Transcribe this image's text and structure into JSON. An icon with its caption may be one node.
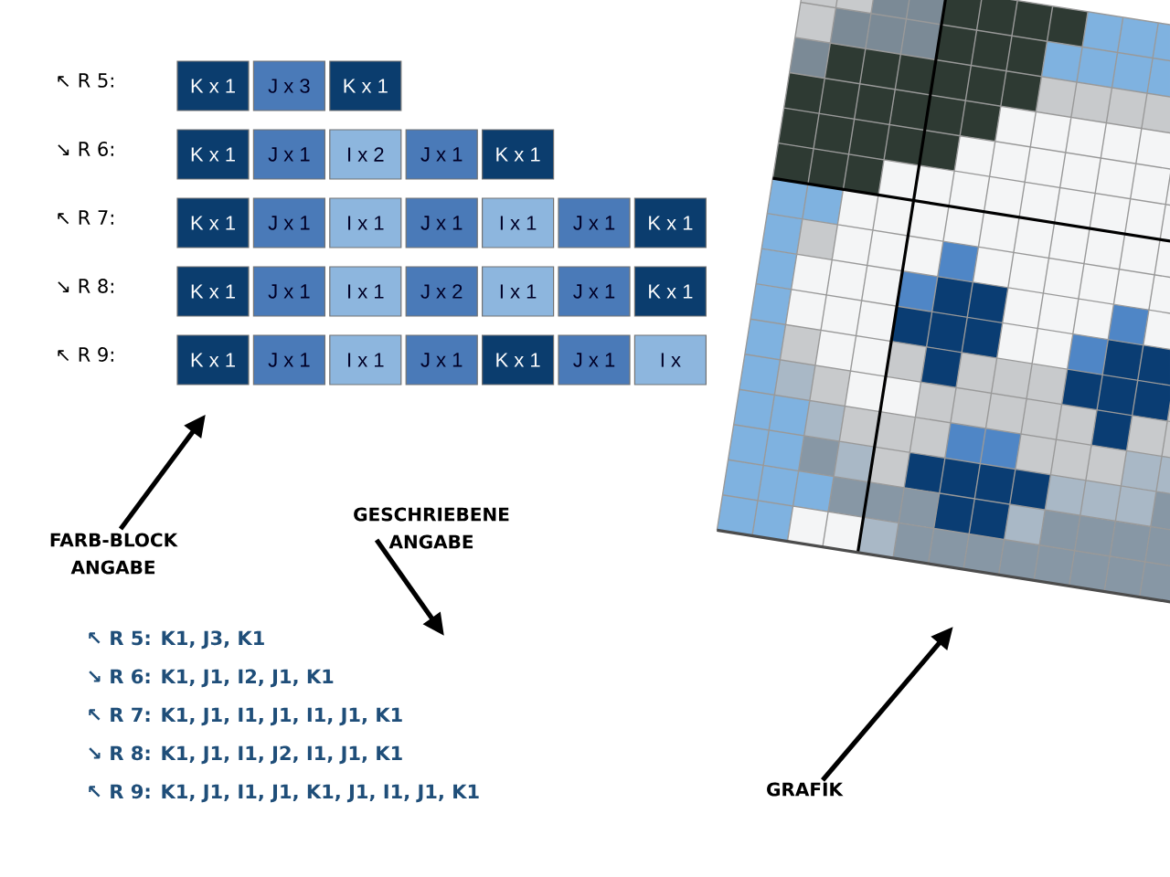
{
  "diagram": {
    "nodes": [
      {
        "text": [
          "K x 1"
        ]
      },
      {
        "text": [
          "J x 3"
        ]
      },
      {
        "text": [
          "K x 1"
        ]
      },
      {
        "text": [
          "K x 1"
        ]
      },
      {
        "text": [
          "J x 1"
        ]
      },
      {
        "text": [
          "I x 2"
        ]
      },
      {
        "text": [
          "J x 1"
        ]
      },
      {
        "text": [
          "K x 1"
        ]
      },
      {
        "text": [
          "K x 1"
        ]
      },
      {
        "text": [
          "J x 1"
        ]
      },
      {
        "text": [
          "I x 1"
        ]
      },
      {
        "text": [
          "J x 1"
        ]
      },
      {
        "text": [
          "I x 1"
        ]
      },
      {
        "text": [
          "J x 1"
        ]
      },
      {
        "text": [
          "K x 1"
        ]
      },
      {
        "text": [
          "K x 1"
        ]
      },
      {
        "text": [
          "J x 1"
        ]
      },
      {
        "text": [
          "I x 1"
        ]
      },
      {
        "text": [
          "J x 2"
        ]
      },
      {
        "text": [
          "I x 1"
        ]
      },
      {
        "text": [
          "J x 1"
        ]
      },
      {
        "text": [
          "K x 1"
        ]
      },
      {
        "text": [
          "K x 1"
        ]
      },
      {
        "text": [
          "J x 1"
        ]
      },
      {
        "text": [
          "I x 1"
        ]
      },
      {
        "text": [
          "J x 1"
        ]
      },
      {
        "text": [
          "K x 1"
        ]
      },
      {
        "text": [
          "J x 1"
        ]
      },
      {
        "text": [
          "I x"
        ]
      },
      {
        "text": [],
        "shape": "picture"
      },
      {
        "text": [
          "FARB-BLOCK ANGABE"
        ]
      },
      {
        "text": [
          "GESCHRIEBENE ANGABE"
        ]
      },
      {
        "text": [
          "↖ R 5: K1, J3, K1",
          "↘ R 6: K1, J1, I2, J1, K1",
          "↖ R 7: K1, J1, I1, J1, I1, J1, K1",
          "↘ R 8: K1, J1, I1, J2, I1, J1, K1",
          "↖ R 9: K1, J1, I1, J1, K1, J1, I1, J1, K1"
        ]
      },
      {
        "text": [
          "GRAFIK"
        ]
      }
    ],
    "edges": [
      {
        "from": 30,
        "to": 22,
        "arrow": "to"
      },
      {
        "from": 31,
        "to": 32,
        "arrow": "to"
      },
      {
        "from": 33,
        "to": 29,
        "arrow": "to"
      }
    ],
    "labels": [
      "↖ R 5:",
      "↘ R 6:",
      "↖ R 7:",
      "↘ R 8:",
      "↖ R 9:"
    ]
  }
}
